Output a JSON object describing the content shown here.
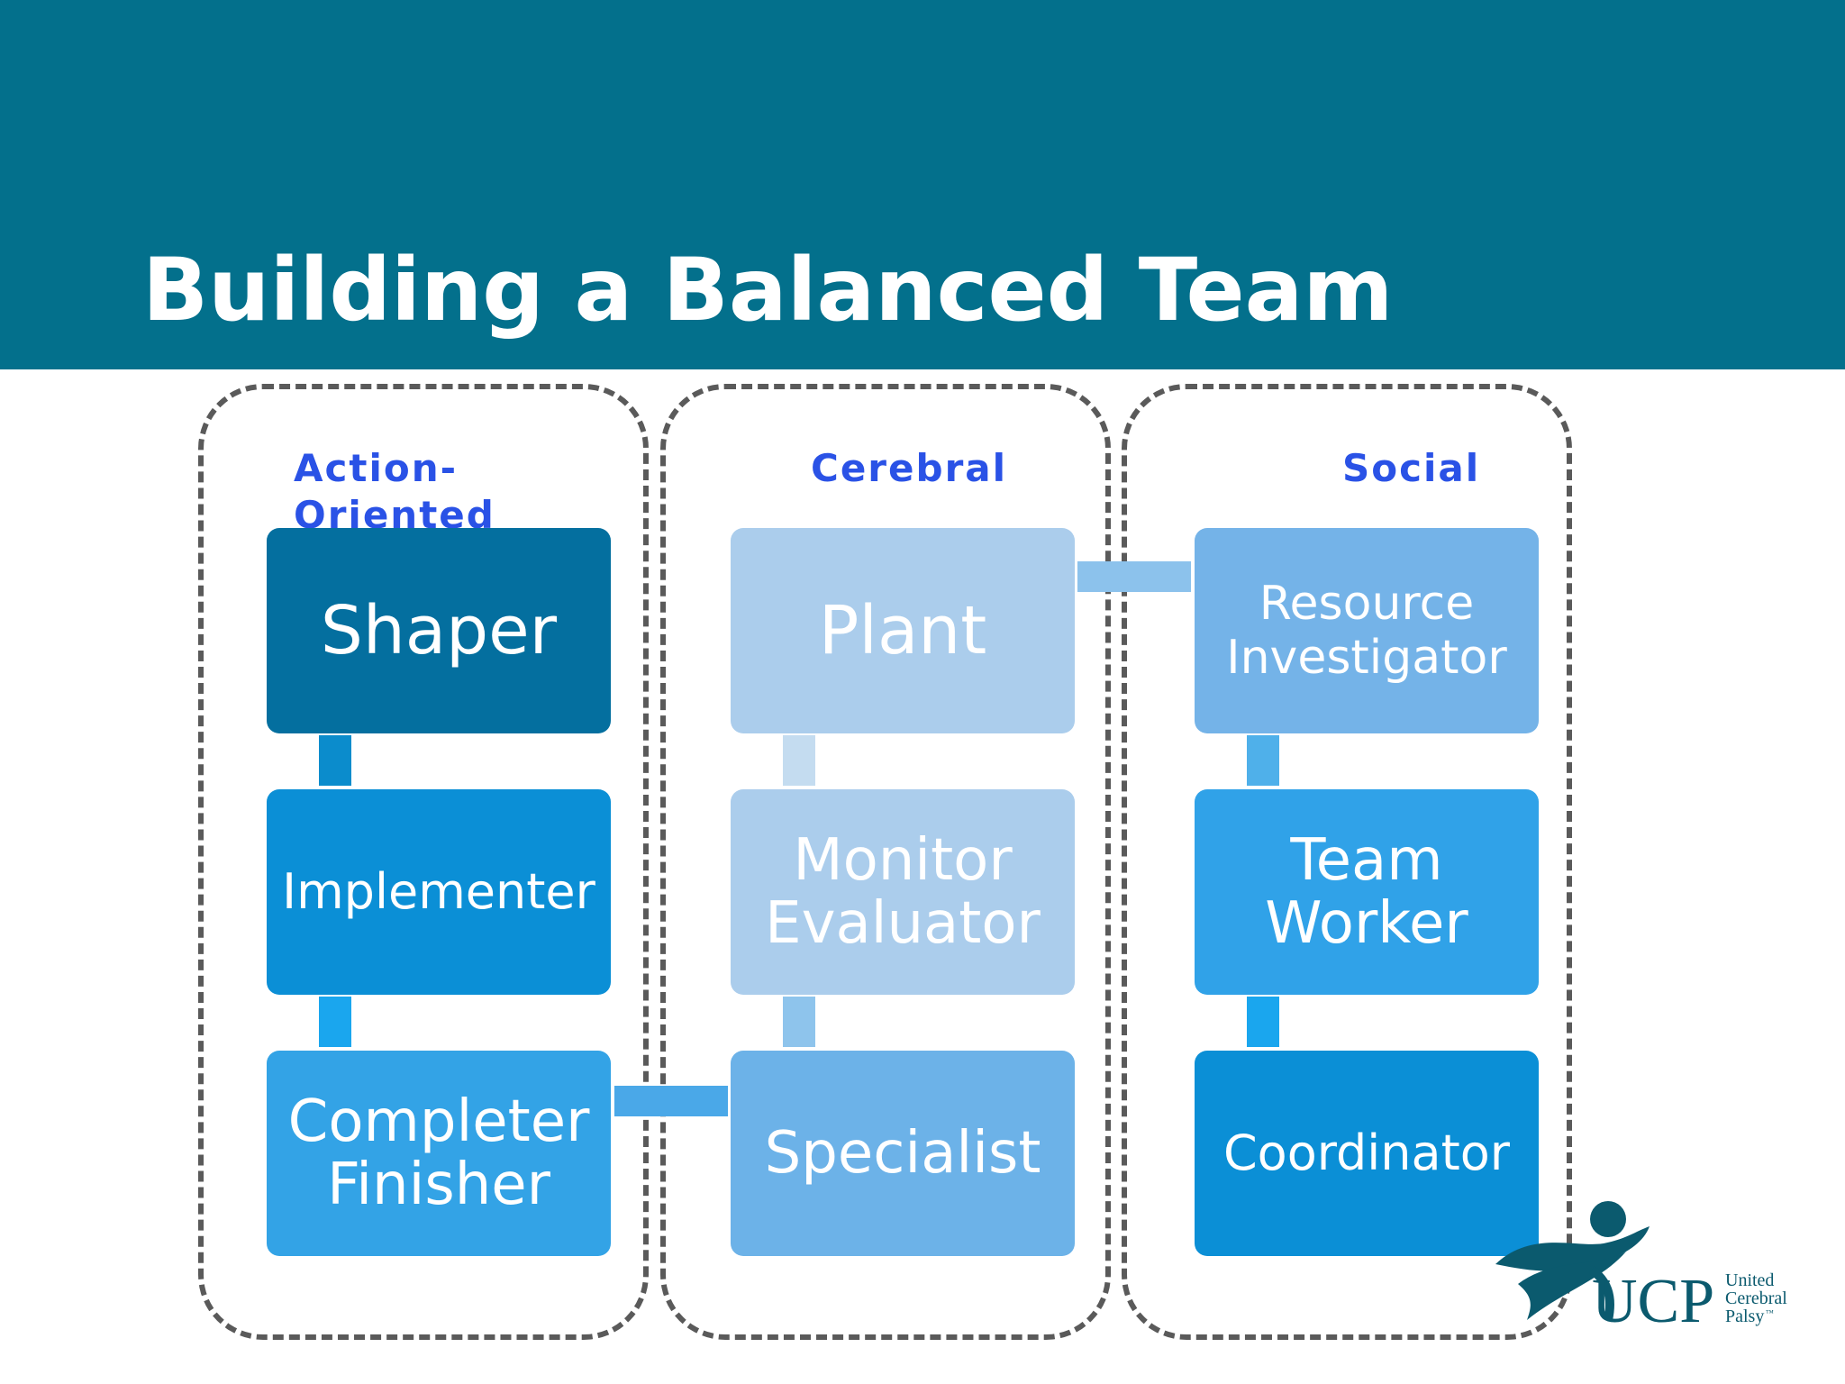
{
  "slide": {
    "title": "Building a Balanced Team"
  },
  "groups": [
    {
      "label": "Action-\nOriented"
    },
    {
      "label": "Cerebral"
    },
    {
      "label": "Social"
    }
  ],
  "roles": {
    "shaper": "Shaper",
    "implementer": "Implementer",
    "completer_finisher": "Completer\nFinisher",
    "plant": "Plant",
    "monitor_evaluator": "Monitor\nEvaluator",
    "specialist": "Specialist",
    "resource_investigator": "Resource\nInvestigator",
    "team_worker": "Team\nWorker",
    "coordinator": "Coordinator"
  },
  "logo": {
    "mark": "UCP",
    "line1": "United",
    "line2": "Cerebral",
    "line3": "Palsy",
    "tm": "™"
  },
  "colors": {
    "header": "#03708c",
    "group_label": "#2a52e6",
    "shaper": "#046f9f",
    "implementer": "#0b8fd6",
    "completer_finisher": "#33a3e6",
    "plant": "#abcdec",
    "monitor_evaluator": "#abcdec",
    "specialist": "#6cb2e8",
    "resource_investigator": "#74b3e8",
    "team_worker": "#30a2e8",
    "coordinator": "#0b8fd6"
  }
}
